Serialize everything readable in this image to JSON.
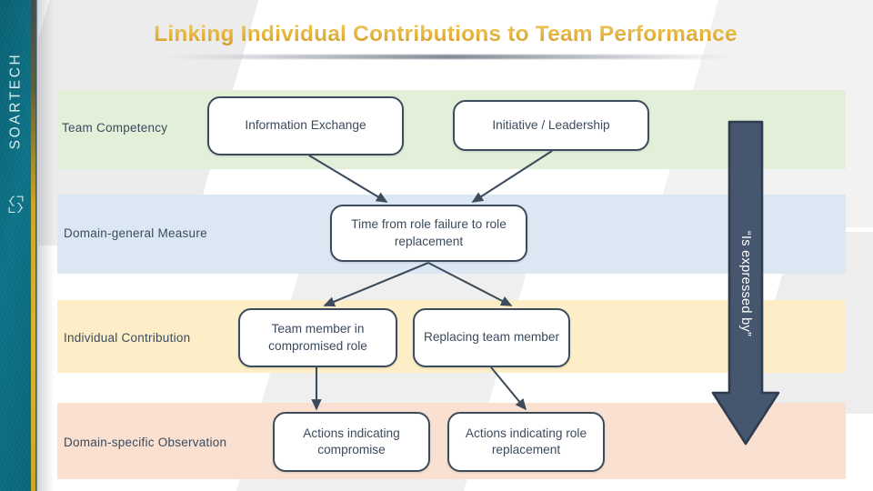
{
  "brand": {
    "name": "SOARTECH",
    "mark_icon": "bracket-logo-icon",
    "rail_color": "#0d7286",
    "accent_gold": "#d8b52e"
  },
  "slide": {
    "title": "Linking Individual Contributions to Team Performance",
    "title_color": "#e3b13a"
  },
  "rows": [
    {
      "id": "team-competency",
      "label": "Team Competency",
      "band_color": "#e2efd9"
    },
    {
      "id": "domain-general-measure",
      "label": "Domain-general Measure",
      "band_color": "#dbe8f4"
    },
    {
      "id": "individual-contribution",
      "label": "Individual Contribution",
      "band_color": "#fdeec7"
    },
    {
      "id": "domain-specific-observation",
      "label": "Domain-specific Observation",
      "band_color": "#fae0d0"
    }
  ],
  "nodes": {
    "information_exchange": "Information Exchange",
    "initiative_leadership": "Initiative / Leadership",
    "time_from_role_failure": "Time from role failure to role replacement",
    "team_member_compromised": "Team member in compromised role",
    "replacing_team_member": "Replacing team member",
    "actions_compromise": "Actions indicating compromise",
    "actions_role_replacement": "Actions indicating role replacement"
  },
  "flow_arrow": {
    "label": "“Is expressed by”",
    "direction": "down",
    "fill": "#46566e",
    "stroke": "#2f3c4f"
  },
  "connectors": [
    {
      "from": "information_exchange",
      "to": "time_from_role_failure",
      "style": "diagonal-arrow"
    },
    {
      "from": "initiative_leadership",
      "to": "time_from_role_failure",
      "style": "diagonal-arrow"
    },
    {
      "from": "time_from_role_failure",
      "to": "team_member_compromised",
      "style": "diagonal-arrow"
    },
    {
      "from": "time_from_role_failure",
      "to": "replacing_team_member",
      "style": "diagonal-arrow"
    },
    {
      "from": "team_member_compromised",
      "to": "actions_compromise",
      "style": "vertical-arrow"
    },
    {
      "from": "replacing_team_member",
      "to": "actions_role_replacement",
      "style": "vertical-arrow"
    }
  ]
}
